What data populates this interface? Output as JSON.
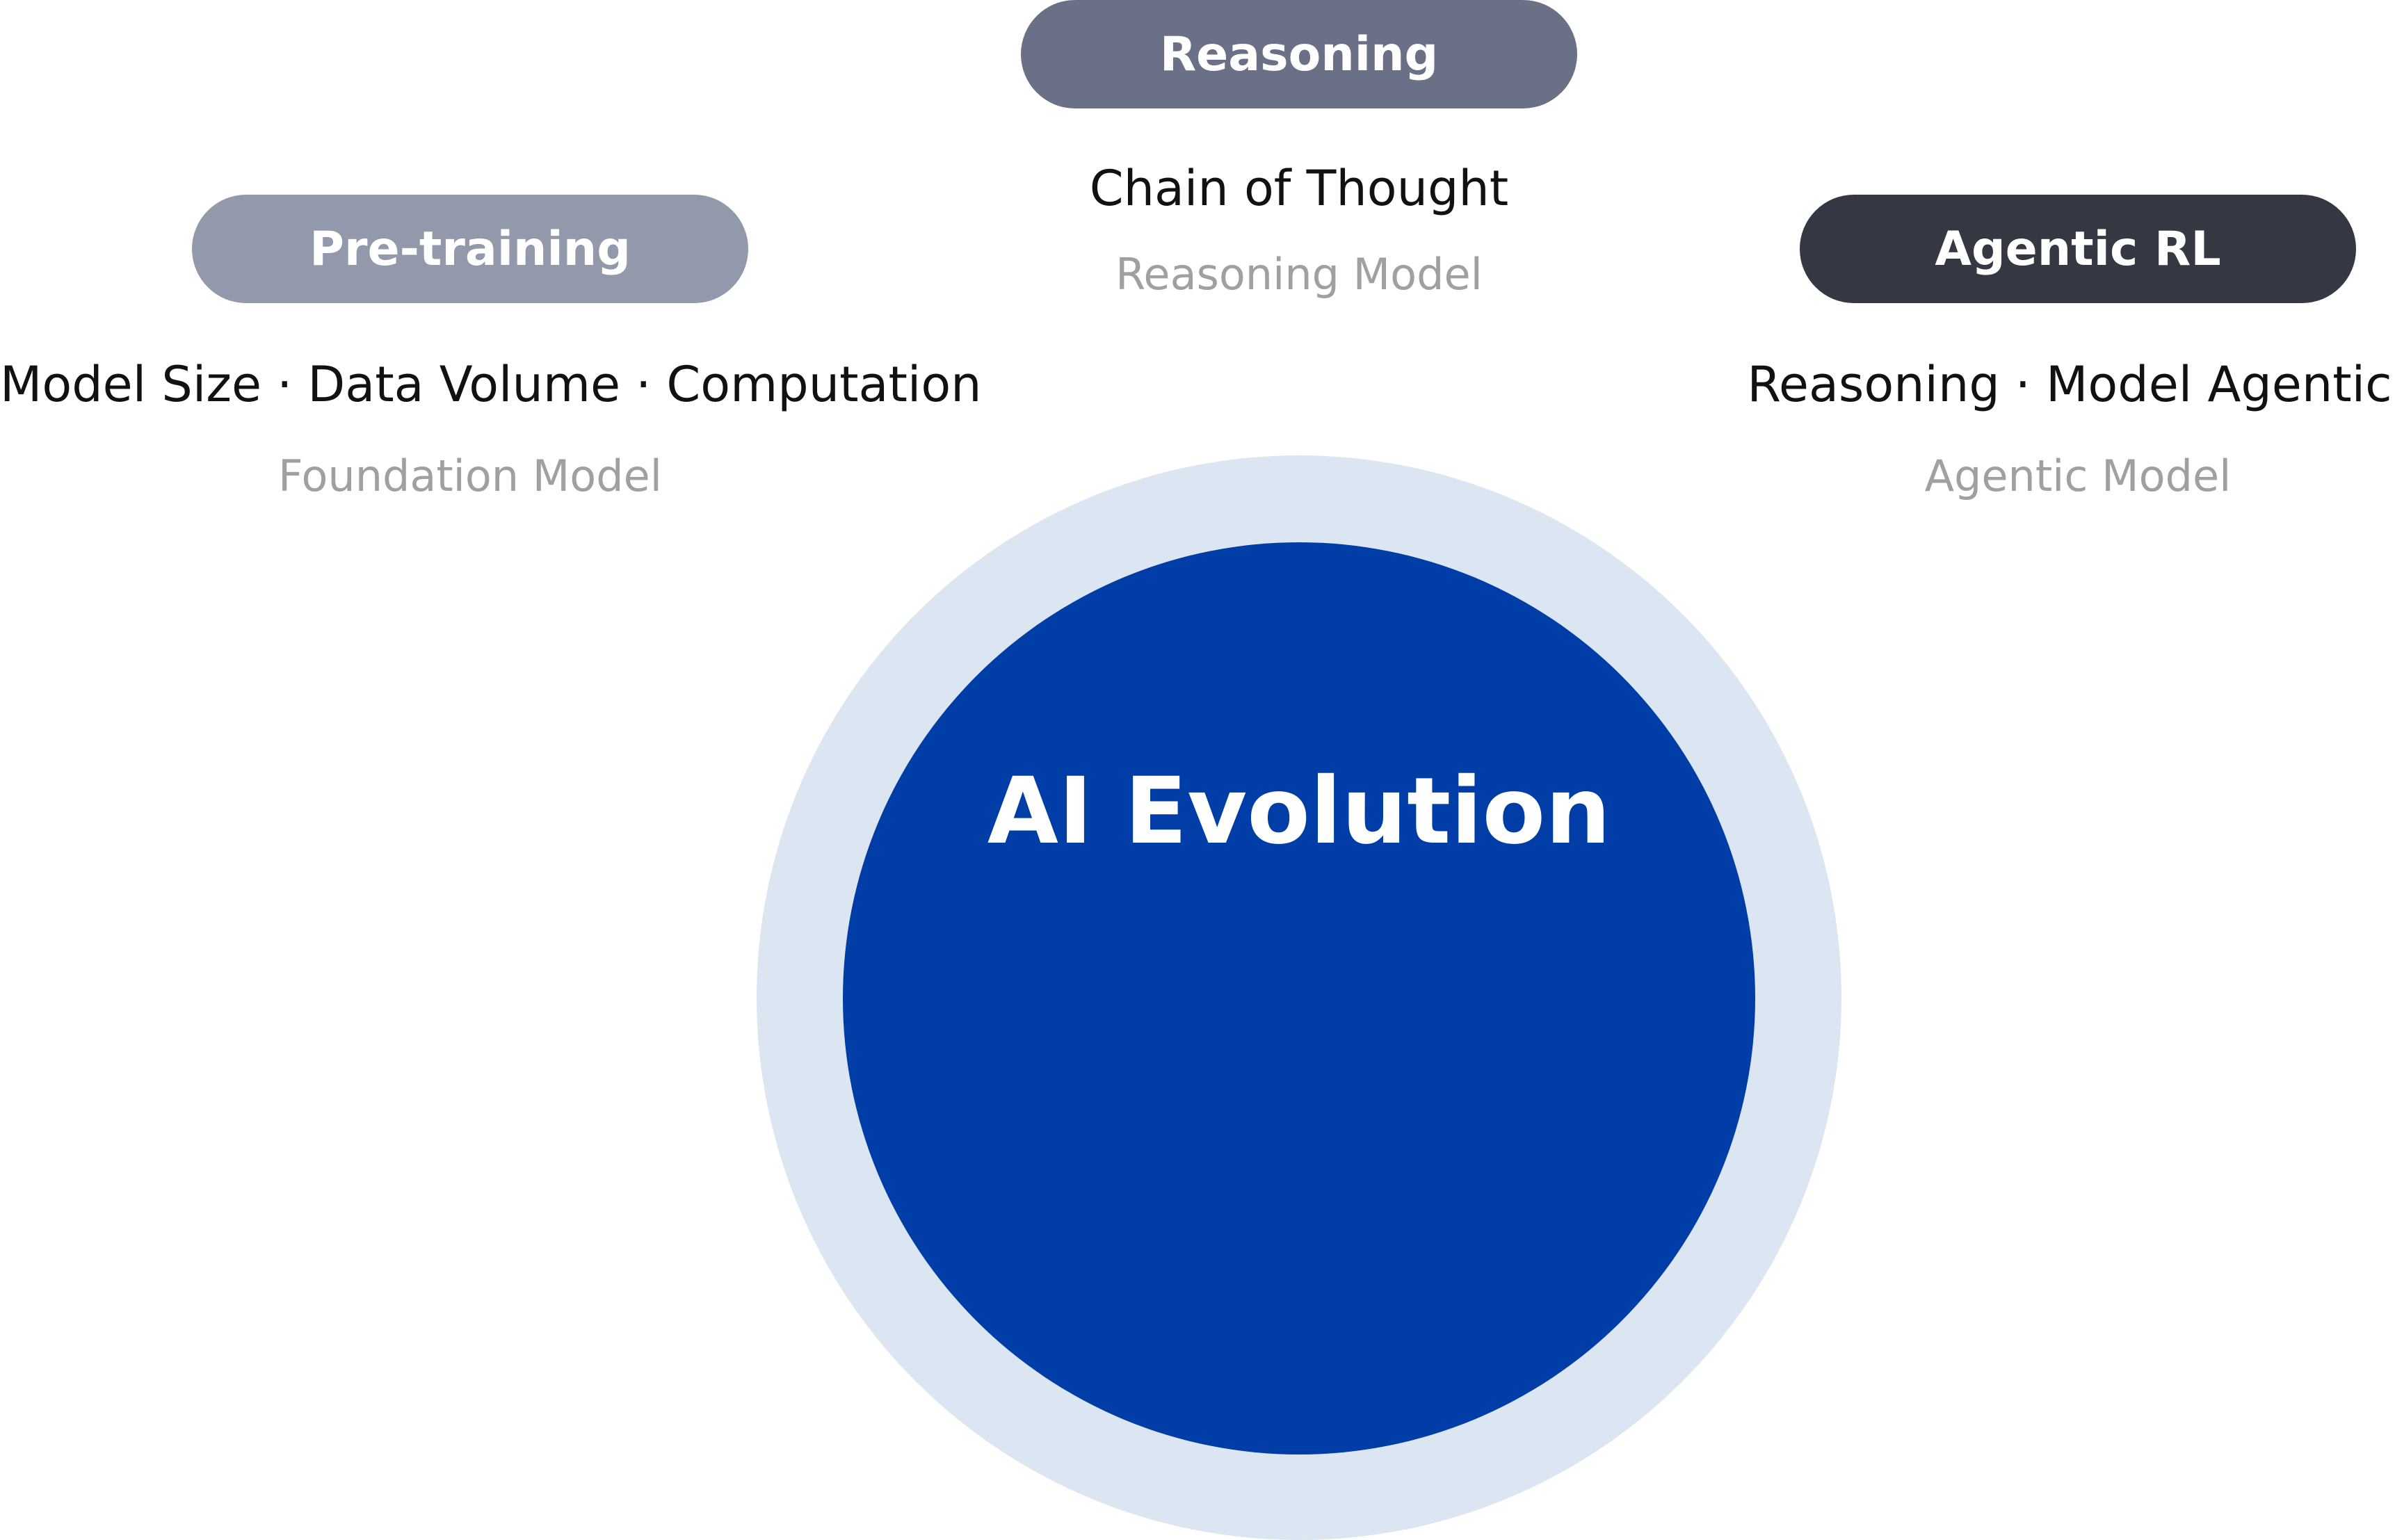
{
  "colors": {
    "pretraining_pill": "#9199ab",
    "reasoning_pill": "#6a7187",
    "agentic_pill": "#343843",
    "outer_ring": "#dbe6f2",
    "inner_circle": "#003da6"
  },
  "stages": {
    "pretraining": {
      "label": "Pre-training",
      "items": [
        "Model Size",
        "Data Volume",
        "Computation"
      ],
      "separator": "·",
      "model": "Foundation Model"
    },
    "reasoning": {
      "label": "Reasoning",
      "items": [
        "Chain of Thought"
      ],
      "model": "Reasoning Model"
    },
    "agentic": {
      "label": "Agentic RL",
      "items": [
        "Reasoning",
        "Model Agentic"
      ],
      "separator": "·",
      "model": "Agentic Model"
    }
  },
  "center": {
    "title": "AI Evolution"
  }
}
